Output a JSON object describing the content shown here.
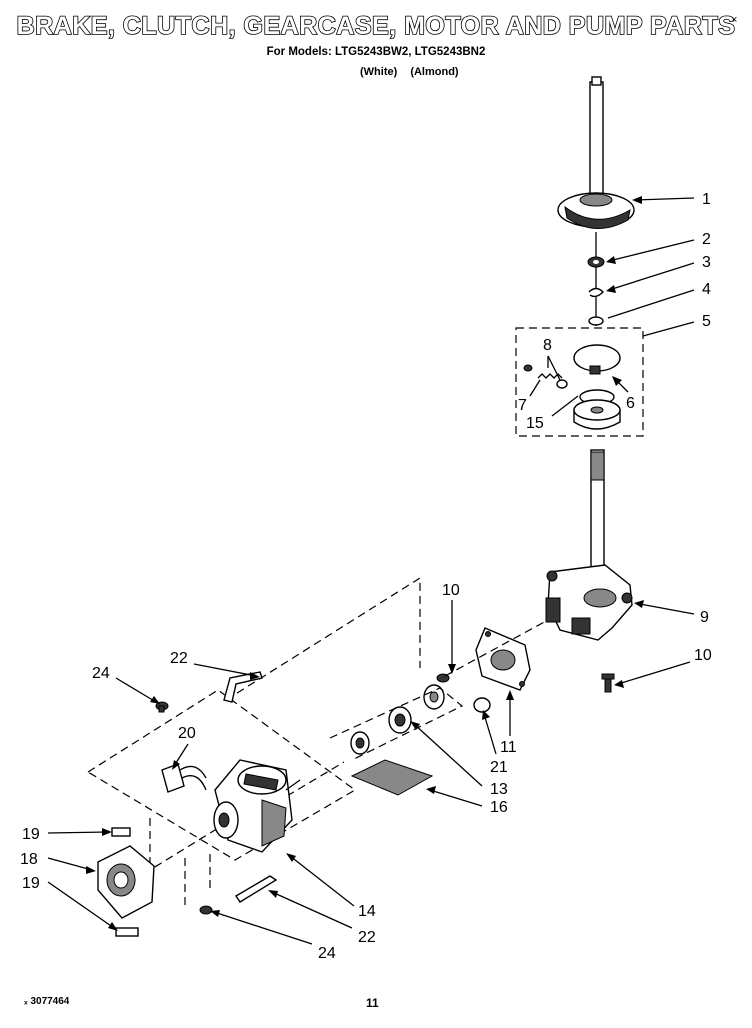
{
  "header": {
    "title": "BRAKE, CLUTCH, GEARCASE, MOTOR AND PUMP PARTS",
    "models_line": "For Models: LTG5243BW2, LTG5243BN2",
    "variant_white": "(White)",
    "variant_almond": "(Almond)",
    "corner_mark": "×"
  },
  "footer": {
    "doc_number": "ₓ 3077464",
    "page_number": "11"
  },
  "callouts": {
    "c1": "1",
    "c2": "2",
    "c3": "3",
    "c4": "4",
    "c5": "5",
    "c6": "6",
    "c7": "7",
    "c8": "8",
    "c9": "9",
    "c10a": "10",
    "c10b": "10",
    "c11": "11",
    "c13": "13",
    "c14": "14",
    "c15": "15",
    "c16": "16",
    "c18": "18",
    "c19a": "19",
    "c19b": "19",
    "c20": "20",
    "c21": "21",
    "c22a": "22",
    "c22b": "22",
    "c24a": "24",
    "c24b": "24"
  }
}
